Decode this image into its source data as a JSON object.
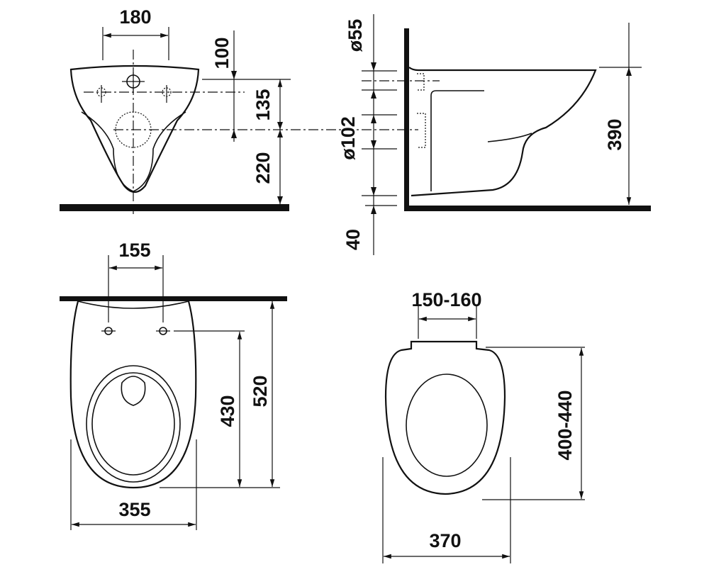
{
  "front_view": {
    "width_holes": "180",
    "top_offset": "100",
    "hole_height": "135",
    "outlet_height": "220"
  },
  "side_view": {
    "inlet_diameter": "ø55",
    "outlet_diameter": "ø102",
    "bottom_clearance": "40",
    "height": "390"
  },
  "top_view": {
    "hole_spacing": "155",
    "length_holes": "430",
    "length_total": "520",
    "width": "355"
  },
  "seat_view": {
    "hinge_spacing": "150-160",
    "length": "400-440",
    "width": "370"
  }
}
